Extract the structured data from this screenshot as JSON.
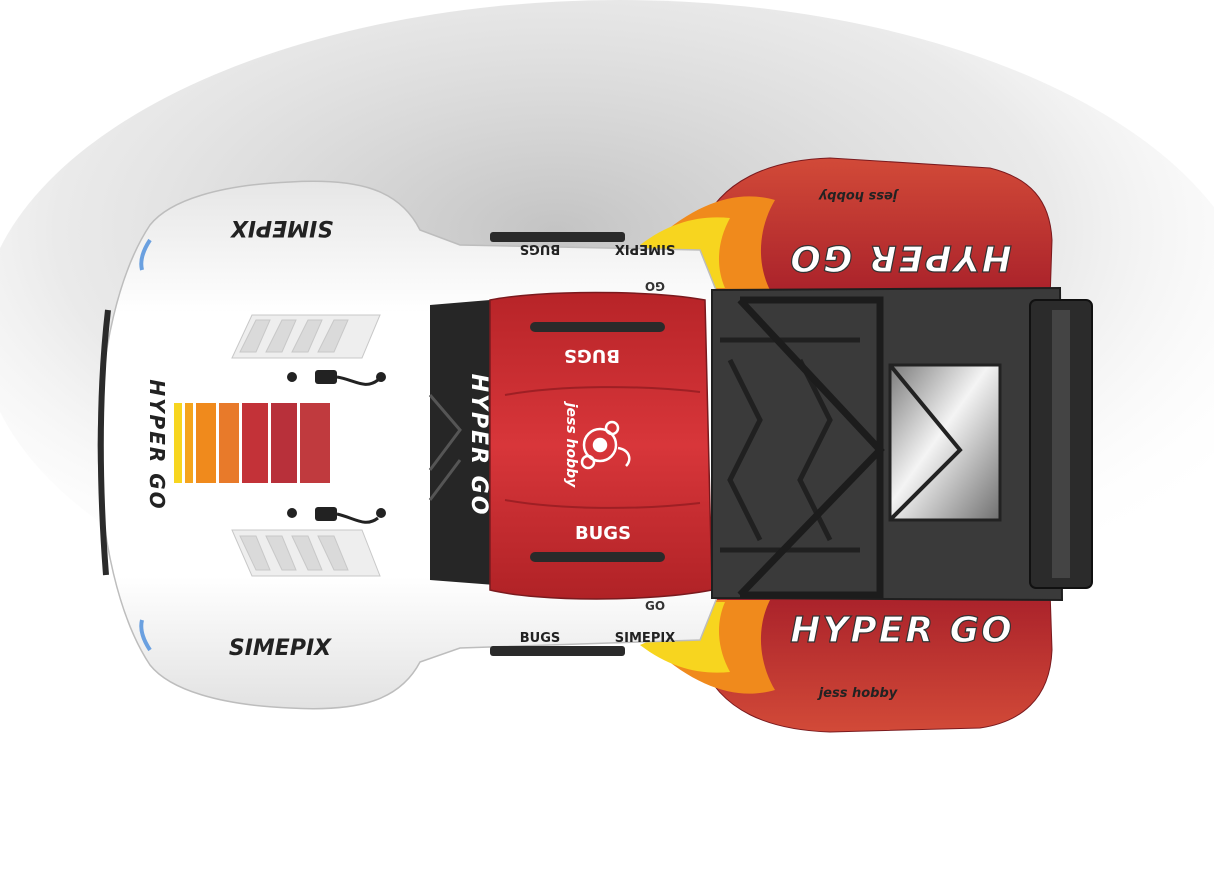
{
  "image": {
    "background_color": "#ffffff",
    "subject": "RC short-course truck body, top view",
    "colors": {
      "body_white": "#f4f4f4",
      "body_red": "#c0282c",
      "dark_red": "#8e1a1e",
      "orange": "#f08a1c",
      "yellow": "#f7d51f",
      "chassis": "#333333"
    }
  },
  "decals": {
    "hood_brand_top": "SIMEPIX",
    "hood_brand_bottom": "SIMEPIX",
    "hood_logo": "HYPER GO",
    "side_bugs_top": "BUGS",
    "side_simepix_top": "SIMEPIX",
    "side_bugs_bottom": "BUGS",
    "side_simepix_bottom": "SIMEPIX",
    "roof_bugs_top": "BUGS",
    "roof_bugs_bottom": "BUGS",
    "windshield_logo": "HYPER GO",
    "rear_fender_top": "HYPER GO",
    "rear_fender_bottom": "HYPER GO",
    "roof_script": "jess hobby",
    "fender_script_top": "jess hobby",
    "fender_script_bottom": "jess hobby",
    "small_go_top": "GO",
    "small_go_bottom": "GO"
  },
  "color_strip": [
    "#f7d51f",
    "#f5a41d",
    "#f08a1c",
    "#e87a2a",
    "#c33238",
    "#b8303a",
    "#c03a3e"
  ]
}
